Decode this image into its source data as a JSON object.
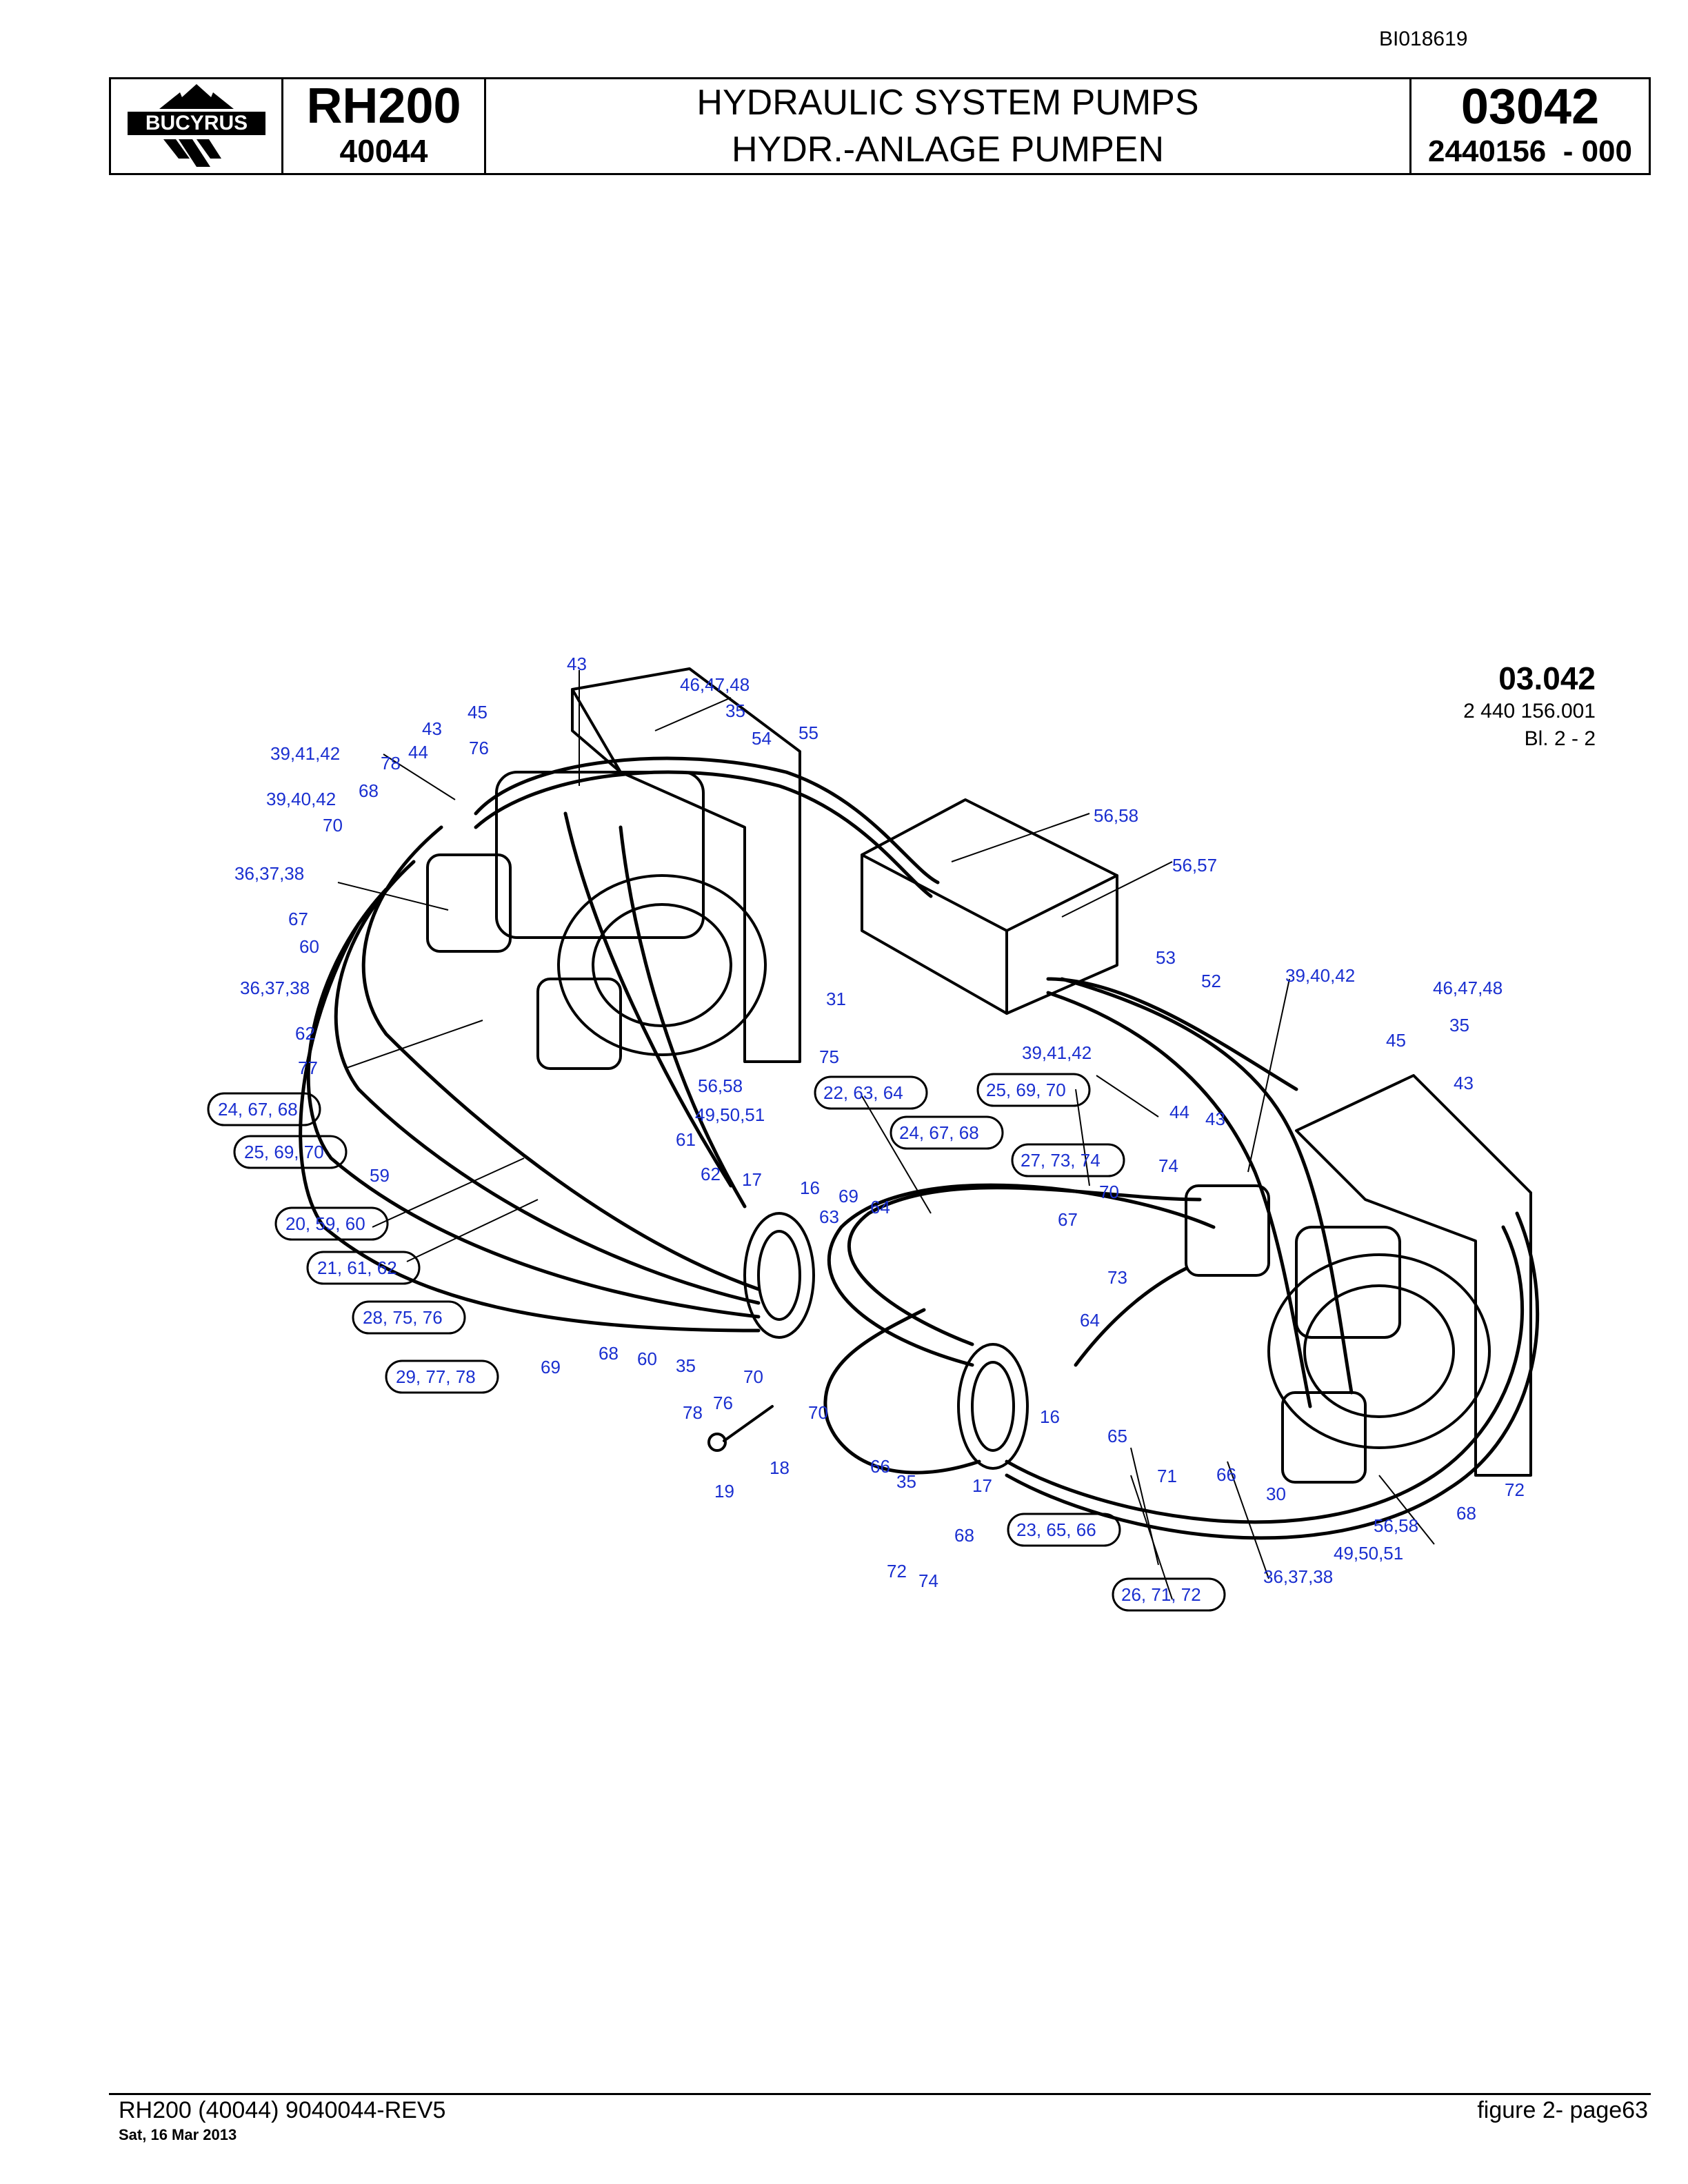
{
  "doc_id": "BI018619",
  "header": {
    "logo_text": "BUCYRUS",
    "model": "RH200",
    "model_number": "40044",
    "title_en": "HYDRAULIC SYSTEM PUMPS",
    "title_de": "HYDR.-ANLAGE PUMPEN",
    "section": "03042",
    "part_number": "2440156  - 000"
  },
  "figure_ref": {
    "number": "03.042",
    "drawing": "2 440 156.001",
    "sheet": "Bl. 2 - 2"
  },
  "callouts": [
    "43",
    "46,47,48",
    "35",
    "45",
    "54",
    "55",
    "43",
    "76",
    "44",
    "39,41,42",
    "78",
    "39,40,42",
    "68",
    "70",
    "36,37,38",
    "67",
    "60",
    "36,37,38",
    "62",
    "77",
    "24, 67, 68",
    "25, 69, 70",
    "59",
    "20, 59, 60",
    "21, 61, 62",
    "28, 75, 76",
    "29, 77, 78",
    "69",
    "68",
    "60",
    "35",
    "78",
    "76",
    "70",
    "31",
    "75",
    "56,58",
    "49,50,51",
    "61",
    "62",
    "17",
    "16",
    "63",
    "56,58",
    "56,57",
    "53",
    "52",
    "39,40,42",
    "46,47,48",
    "45",
    "35",
    "43",
    "39,41,42",
    "22, 63, 64",
    "25, 69, 70",
    "24, 67, 68",
    "27, 73, 74",
    "44",
    "43",
    "74",
    "70",
    "67",
    "69",
    "64",
    "73",
    "64",
    "70",
    "16",
    "65",
    "18",
    "19",
    "66",
    "35",
    "17",
    "71",
    "66",
    "30",
    "56,58",
    "49,50,51",
    "68",
    "72",
    "23, 65, 66",
    "68",
    "72",
    "74",
    "36,37,38",
    "26, 71, 72"
  ],
  "footer": {
    "left": "RH200 (40044) 9040044-REV5",
    "date": "Sat, 16 Mar 2013",
    "right": "figure  2- page63"
  }
}
